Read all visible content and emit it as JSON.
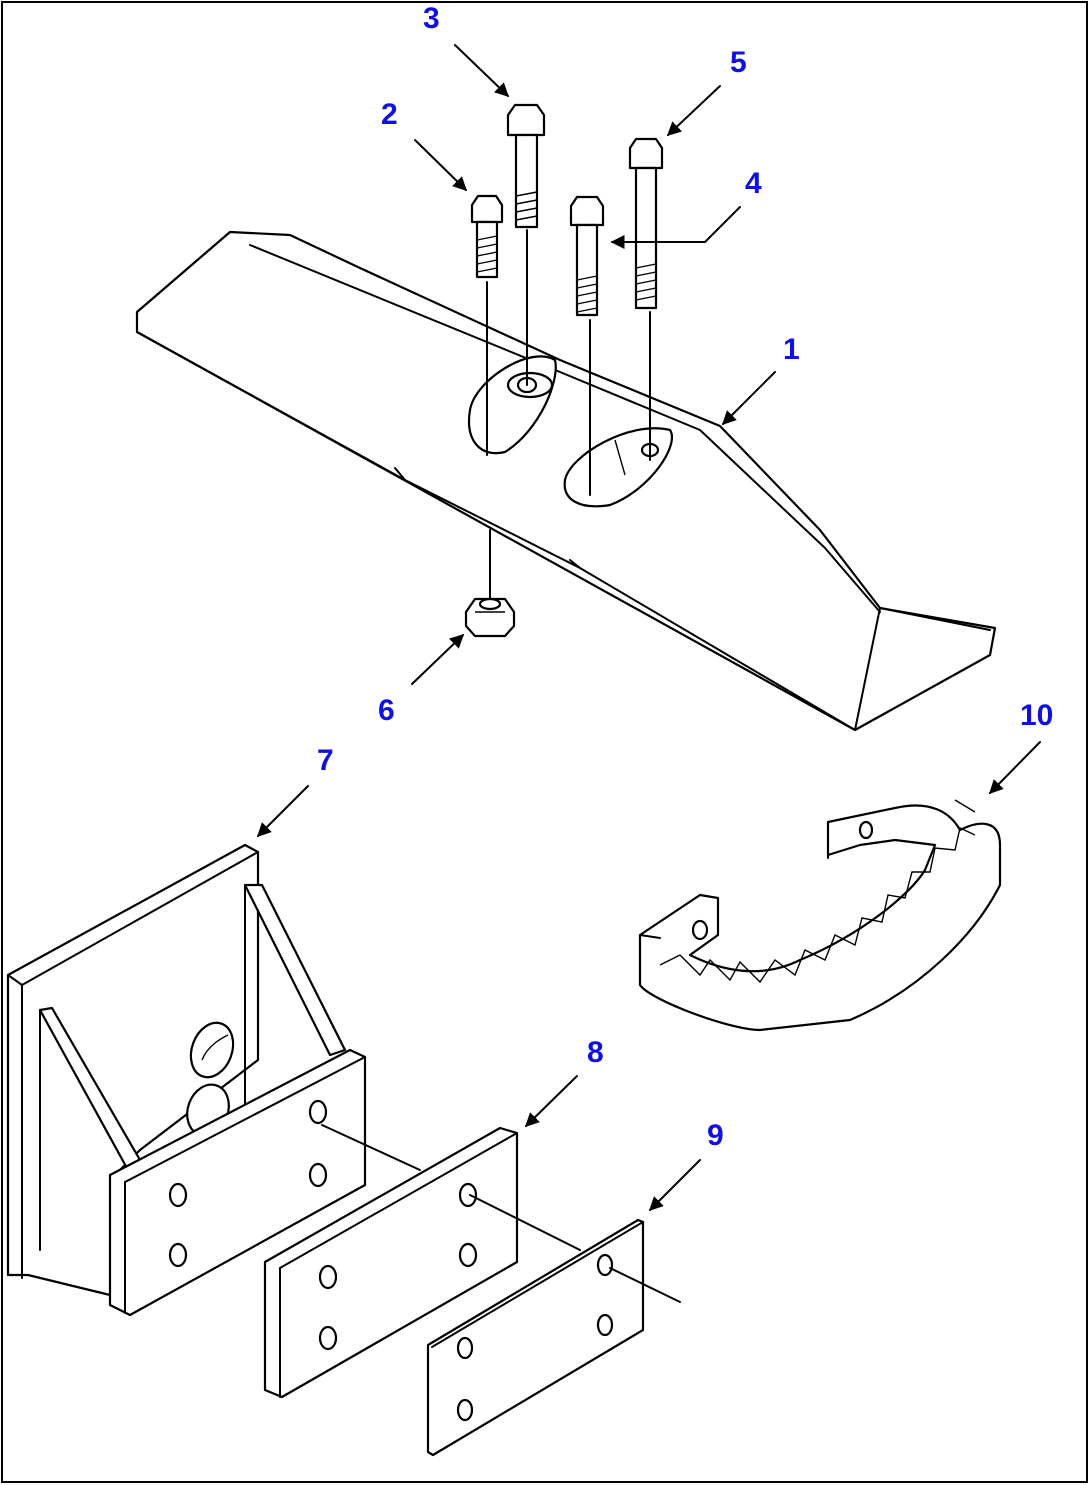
{
  "diagram": {
    "label_color": "#1010e0",
    "line_color": "#000000",
    "background": "#ffffff"
  },
  "callouts": {
    "c1": "1",
    "c2": "2",
    "c3": "3",
    "c4": "4",
    "c5": "5",
    "c6": "6",
    "c7": "7",
    "c8": "8",
    "c9": "9",
    "c10": "10"
  }
}
